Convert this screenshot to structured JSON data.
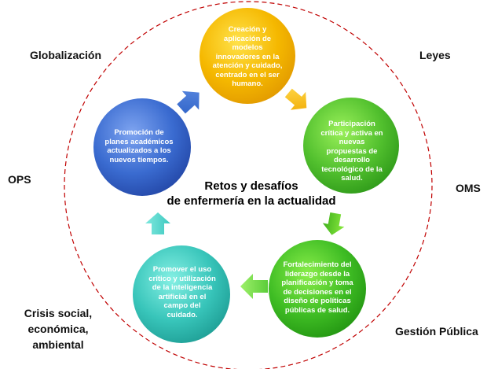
{
  "title": {
    "line1": "Retos y desafíos",
    "line2": "de enfermería en la actualidad"
  },
  "external_labels": {
    "globalizacion": "Globalización",
    "leyes": "Leyes",
    "ops": "OPS",
    "oms": "OMS",
    "crisis_line1": "Crisis social,",
    "crisis_line2": "económica,",
    "crisis_line3": "ambiental",
    "gestion": "Gestión Pública"
  },
  "nodes": {
    "creacion": "Creación y aplicación de modelos innovadores en la atención y cuidado, centrado en el ser humano.",
    "participacion": "Participación crítica y activa en nuevas propuestas de desarrollo tecnológico de la salud.",
    "fortalecimiento": "Fortalecimiento del liderazgo desde la planificación y toma de decisiones en el diseño de políticas públicas de salud.",
    "promover": "Promover el uso crítico y utilización de la inteligencia artificial en el campo del cuidado.",
    "promocion": "Promoción de planes  académicos actualizados a los nuevos tiempos."
  },
  "colors": {
    "creacion": "#f5b800",
    "participacion": "#5cc63a",
    "fortalecimiento": "#4cc22a",
    "promover": "#3ec9c0",
    "promocion": "#3d6fd3",
    "dashed_circle": "#c00000"
  }
}
